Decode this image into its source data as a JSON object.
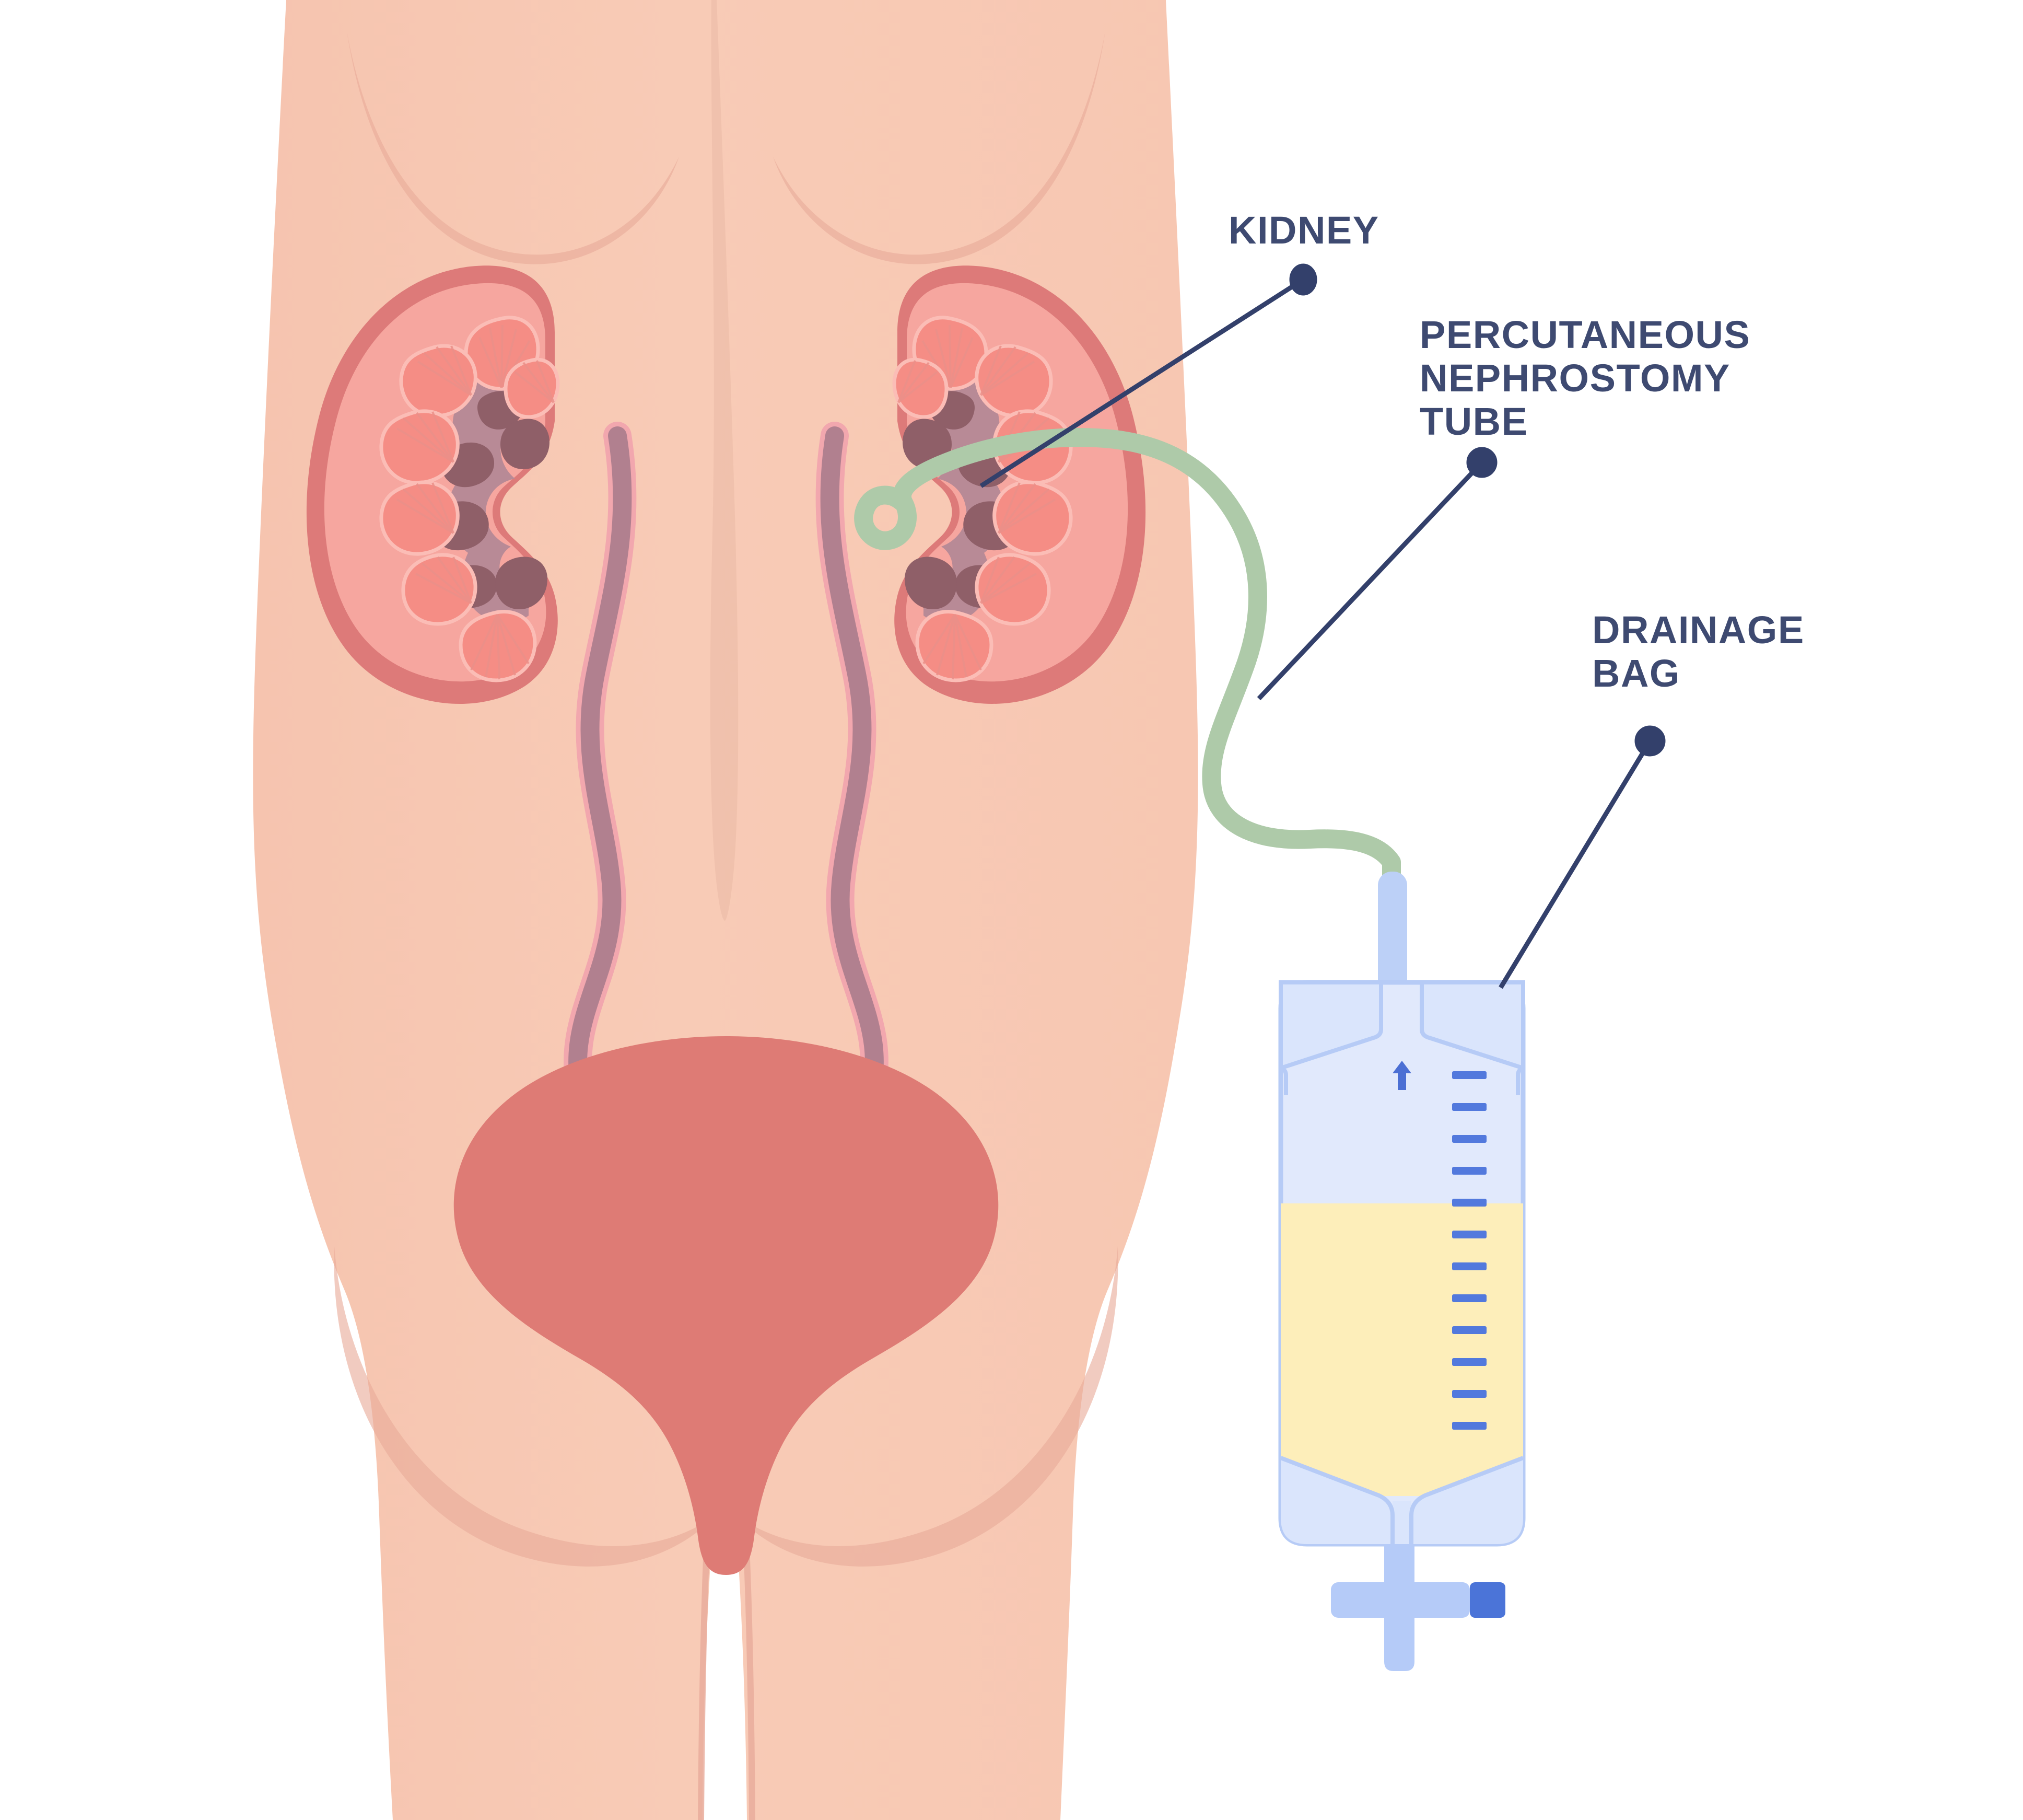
{
  "diagram": {
    "title": "Percutaneous Nephrostomy Tube and Drainage Bag",
    "background_color": "#ffffff"
  },
  "labels": {
    "kidney": "KIDNEY",
    "nephrostomy_tube": "PERCUTANEOUS\nNEPHROSTOMY\nTUBE",
    "drainage_bag": "DRAINAGE\nBAG"
  },
  "colors": {
    "label_text": "#3e4a71",
    "leader_line": "#33406b",
    "skin": "#f8cbb6",
    "skin_shade": "#eeb6a3",
    "skin_crease": "#e8ab99",
    "spine_groove": "#edbda9",
    "kidney_capsule": "#dd7a79",
    "kidney_cortex_outer": "#f5a9a0",
    "kidney_cortex": "#f6a69f",
    "kidney_pyramid": "#f58d85",
    "kidney_pyramid_line": "#e8867f",
    "kidney_pelvis": "#b88a96",
    "kidney_calyx": "#8f5f68",
    "ureter": "#b1808f",
    "ureter_outline": "#f2a7ae",
    "bladder": "#de7b75",
    "urethra": "#f0c1b3",
    "tube_green": "#aecaa9",
    "bag_body": "#e1e9fc",
    "bag_outline": "#b6cbf6",
    "bag_panel": "#dae5fc",
    "bag_urine": "#fdeeba",
    "bag_connector_dark": "#4b6fd4",
    "bag_connector_light": "#bcd0f7",
    "bag_graduation": "#5279dd",
    "bag_arrow": "#4b6fd4",
    "drain_valve_light": "#b5cbf8",
    "drain_valve_tab": "#4b74d8"
  },
  "anatomy": {
    "kidney_left": {
      "label": "left kidney cross-section",
      "pyramid_count": 7
    },
    "kidney_right": {
      "label": "right kidney cross-section",
      "pyramid_count": 7
    },
    "ureter_left": {
      "label": "left ureter"
    },
    "ureter_right": {
      "label": "right ureter"
    },
    "bladder": {
      "label": "urinary bladder"
    },
    "nephrostomy_tube": {
      "label": "percutaneous nephrostomy tube",
      "coil": "pigtail coil in renal pelvis",
      "entry_side": "right kidney"
    }
  },
  "drainage_bag": {
    "graduation_marks": 12,
    "fill_level_fraction": 0.62,
    "inlet_arrow": "up-arrow",
    "drain_valve": "T-shaped outlet valve with tab"
  },
  "leader_lines": [
    {
      "name": "kidney",
      "dot": [
        2495,
        535
      ],
      "end": [
        1878,
        930
      ]
    },
    {
      "name": "nephrostomy-tube",
      "dot": [
        2837,
        885
      ],
      "end": [
        2410,
        1337
      ]
    },
    {
      "name": "drainage-bag",
      "dot": [
        3159,
        1418
      ],
      "end": [
        2873,
        1890
      ]
    }
  ]
}
